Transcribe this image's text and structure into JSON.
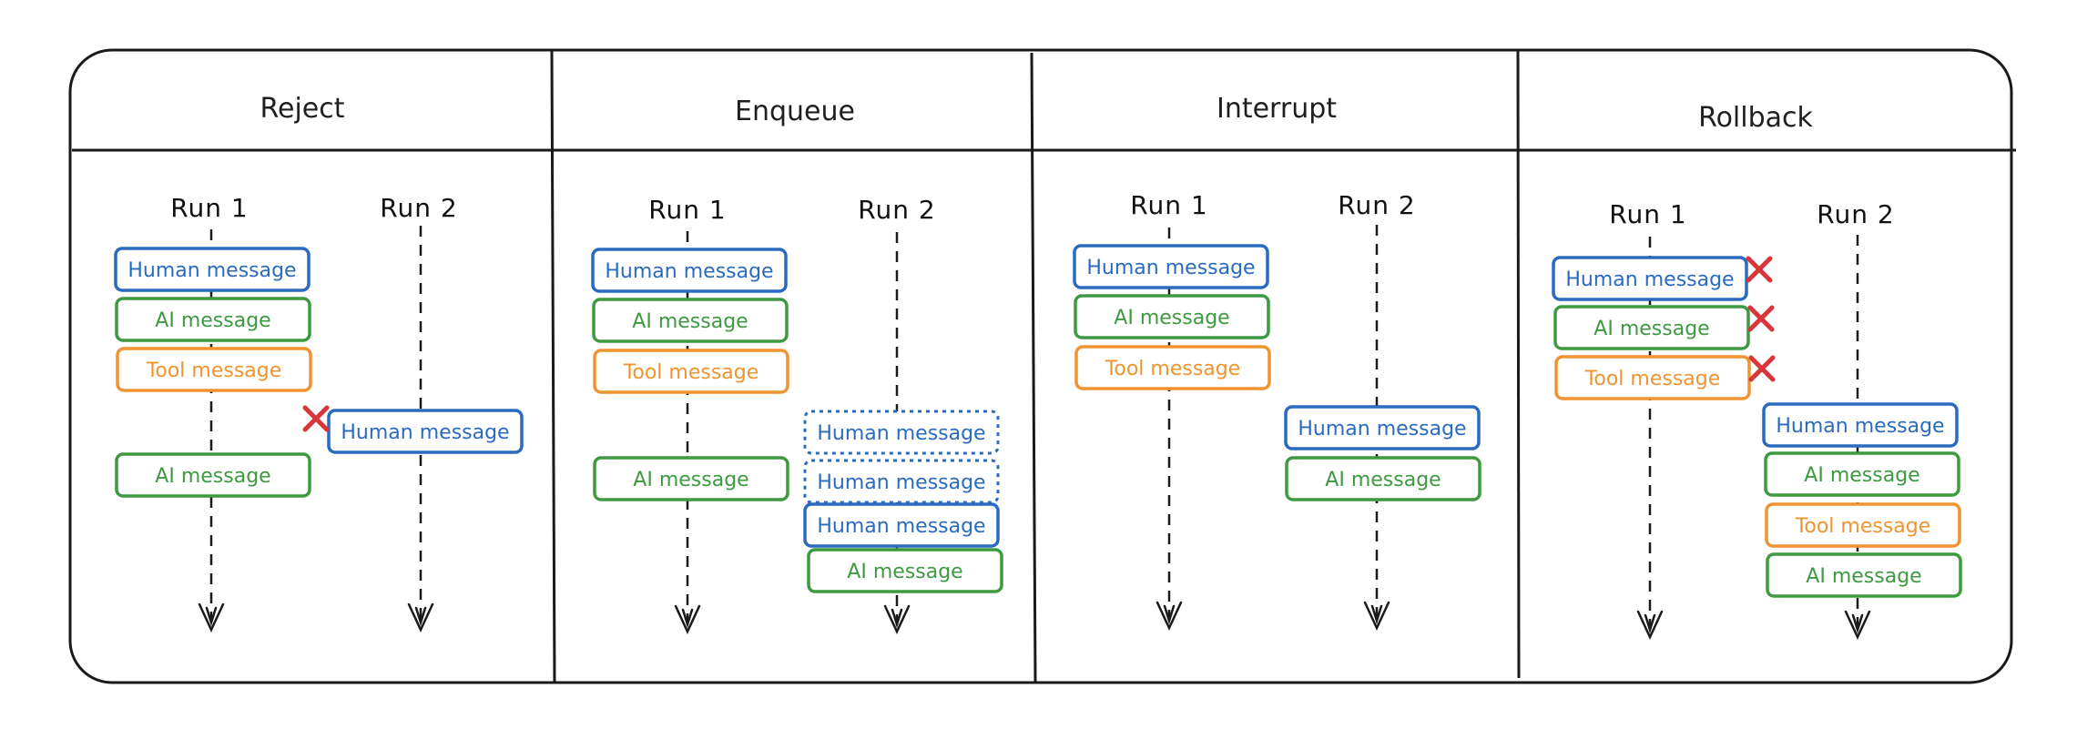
{
  "colors": {
    "human": "#2a6bbf",
    "ai": "#3e9a41",
    "tool": "#ef9431",
    "reject": "#d7353a",
    "line": "#1a1a1a"
  },
  "panels": [
    {
      "title": "Reject",
      "run1_label": "Run 1",
      "run2_label": "Run 2",
      "run1_messages": [
        {
          "type": "human",
          "text": "Human message"
        },
        {
          "type": "ai",
          "text": "AI message"
        },
        {
          "type": "tool",
          "text": "Tool message"
        },
        {
          "type": "ai",
          "text": "AI message"
        }
      ],
      "run2_messages": [
        {
          "type": "human",
          "text": "Human message",
          "rejected": true
        }
      ]
    },
    {
      "title": "Enqueue",
      "run1_label": "Run 1",
      "run2_label": "Run 2",
      "run1_messages": [
        {
          "type": "human",
          "text": "Human message"
        },
        {
          "type": "ai",
          "text": "AI message"
        },
        {
          "type": "tool",
          "text": "Tool message"
        },
        {
          "type": "ai",
          "text": "AI message"
        }
      ],
      "run2_messages": [
        {
          "type": "human",
          "text": "Human message",
          "queued": true
        },
        {
          "type": "human",
          "text": "Human message",
          "queued": true
        },
        {
          "type": "human",
          "text": "Human message"
        },
        {
          "type": "ai",
          "text": "AI message"
        }
      ]
    },
    {
      "title": "Interrupt",
      "run1_label": "Run 1",
      "run2_label": "Run 2",
      "run1_messages": [
        {
          "type": "human",
          "text": "Human message"
        },
        {
          "type": "ai",
          "text": "AI message"
        },
        {
          "type": "tool",
          "text": "Tool message"
        }
      ],
      "run2_messages": [
        {
          "type": "human",
          "text": "Human message"
        },
        {
          "type": "ai",
          "text": "AI message"
        }
      ]
    },
    {
      "title": "Rollback",
      "run1_label": "Run 1",
      "run2_label": "Run 2",
      "run1_messages": [
        {
          "type": "human",
          "text": "Human message",
          "rejected": true
        },
        {
          "type": "ai",
          "text": "AI message",
          "rejected": true
        },
        {
          "type": "tool",
          "text": "Tool message",
          "rejected": true
        }
      ],
      "run2_messages": [
        {
          "type": "human",
          "text": "Human message"
        },
        {
          "type": "ai",
          "text": "AI message"
        },
        {
          "type": "tool",
          "text": "Tool message"
        },
        {
          "type": "ai",
          "text": "AI message"
        }
      ]
    }
  ]
}
